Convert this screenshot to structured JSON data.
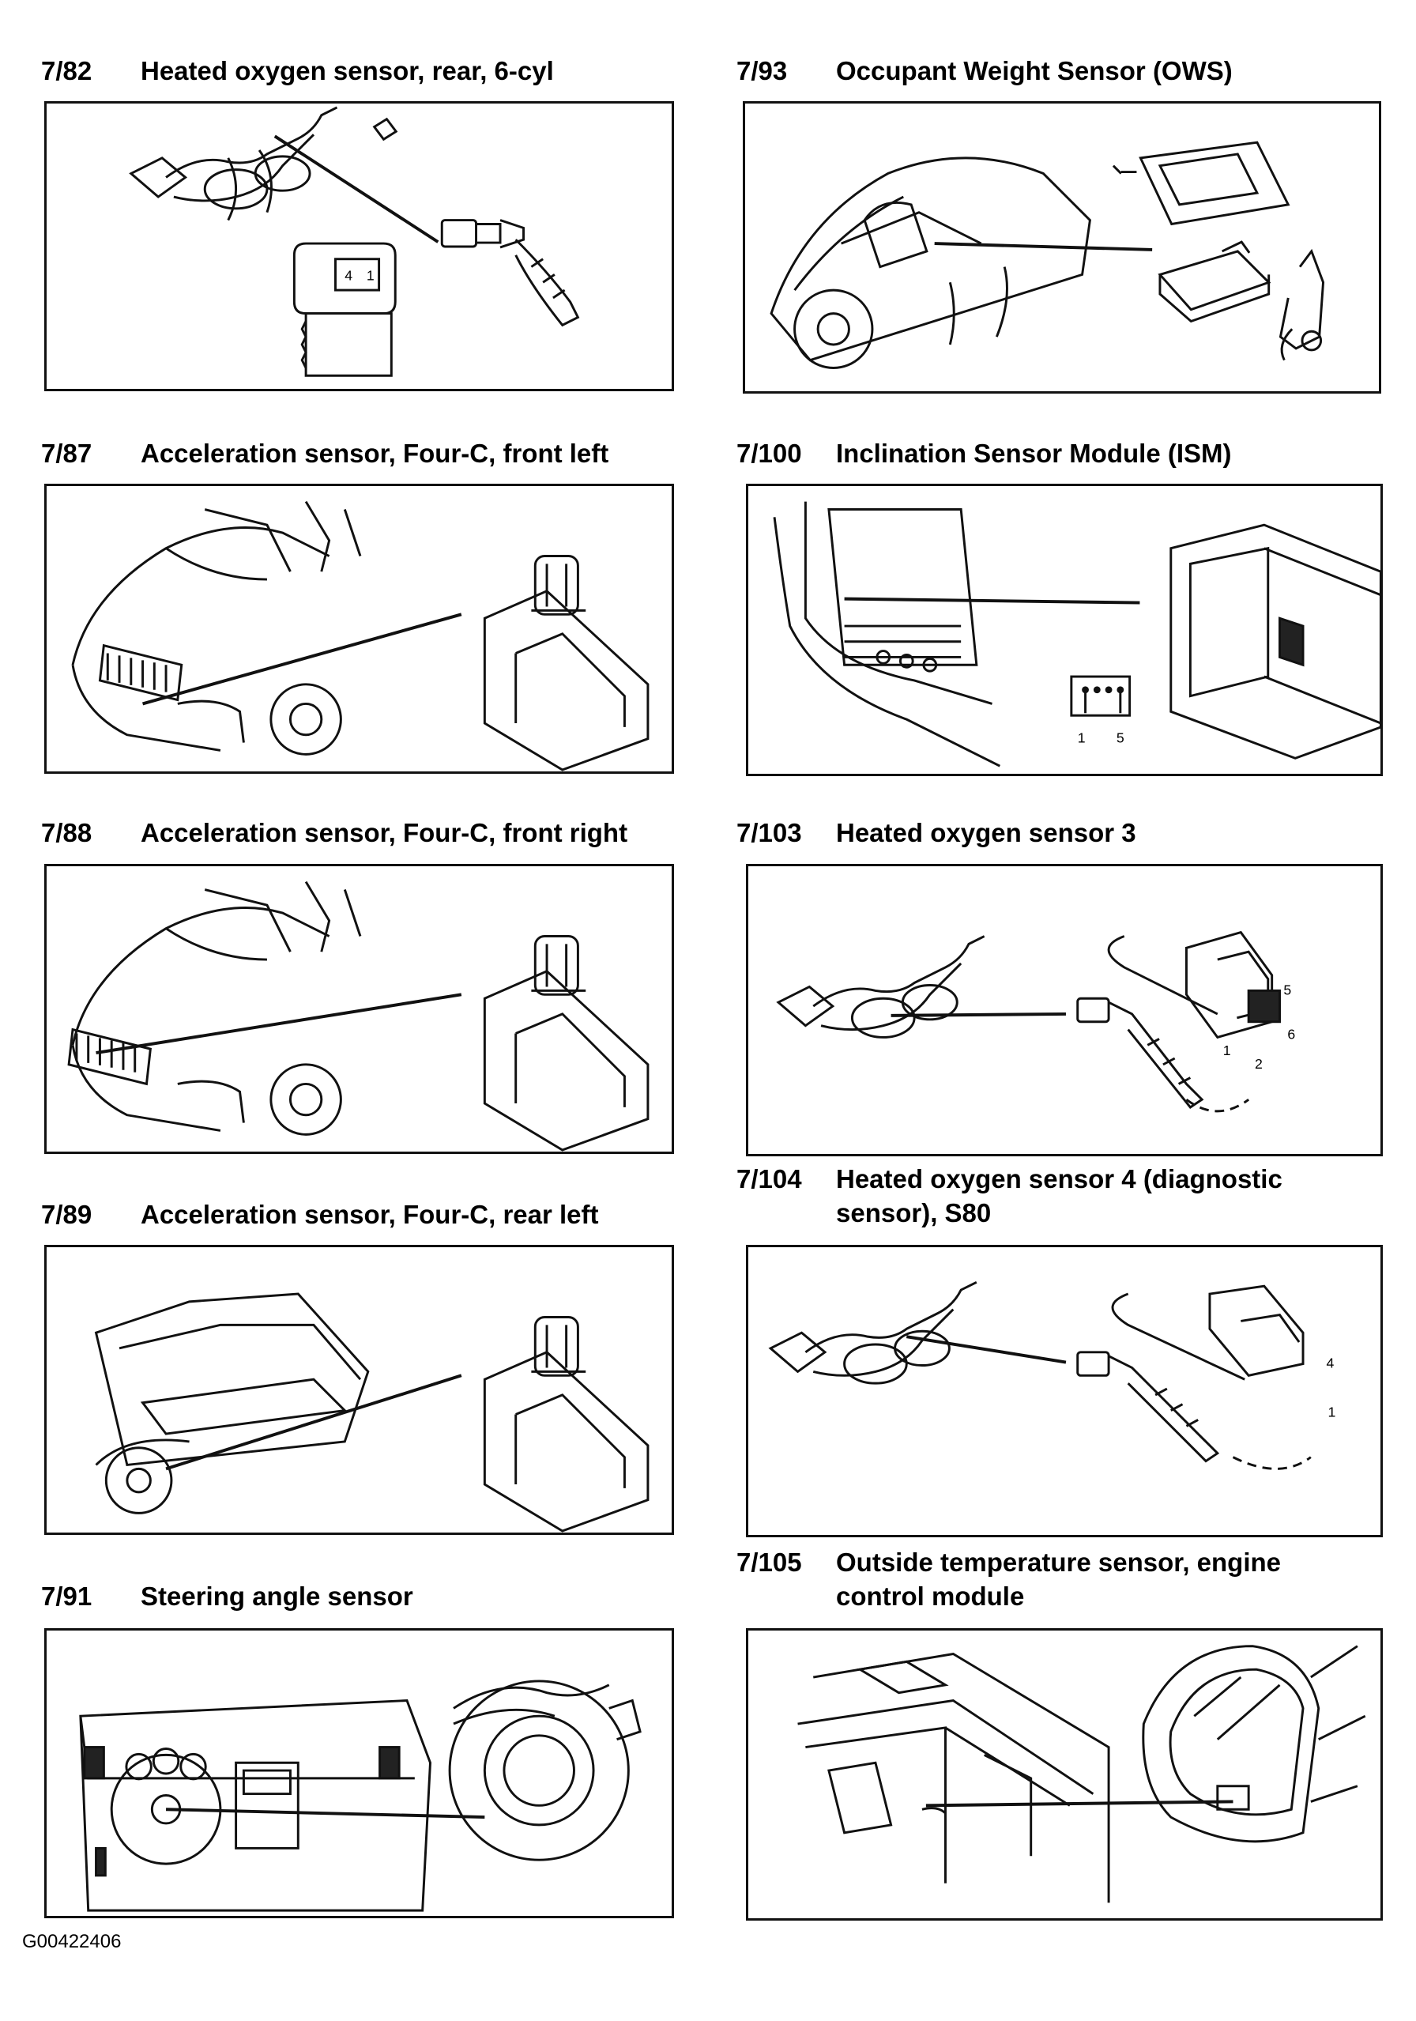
{
  "figure_id": "G00422406",
  "sections": [
    {
      "num": "7/82",
      "title": "Heated oxygen sensor, rear, 6-cyl",
      "labels": [
        "4",
        "1"
      ]
    },
    {
      "num": "7/93",
      "title": "Occupant Weight Sensor (OWS)",
      "labels": []
    },
    {
      "num": "7/87",
      "title": "Acceleration sensor, Four-C, front left",
      "labels": []
    },
    {
      "num": "7/100",
      "title": "Inclination Sensor Module (ISM)",
      "labels": [
        "1",
        "5"
      ]
    },
    {
      "num": "7/88",
      "title": "Acceleration sensor, Four-C, front right",
      "labels": []
    },
    {
      "num": "7/103",
      "title": "Heated oxygen sensor 3",
      "labels": [
        "5",
        "6",
        "1",
        "2"
      ]
    },
    {
      "num": "7/89",
      "title": "Acceleration sensor, Four-C, rear left",
      "labels": []
    },
    {
      "num": "7/104",
      "title": "Heated oxygen sensor 4 (diagnostic sensor), S80",
      "labels": [
        "4",
        "1"
      ]
    },
    {
      "num": "7/91",
      "title": "Steering angle sensor",
      "labels": []
    },
    {
      "num": "7/105",
      "title": "Outside temperature sensor, engine control module",
      "labels": []
    }
  ]
}
